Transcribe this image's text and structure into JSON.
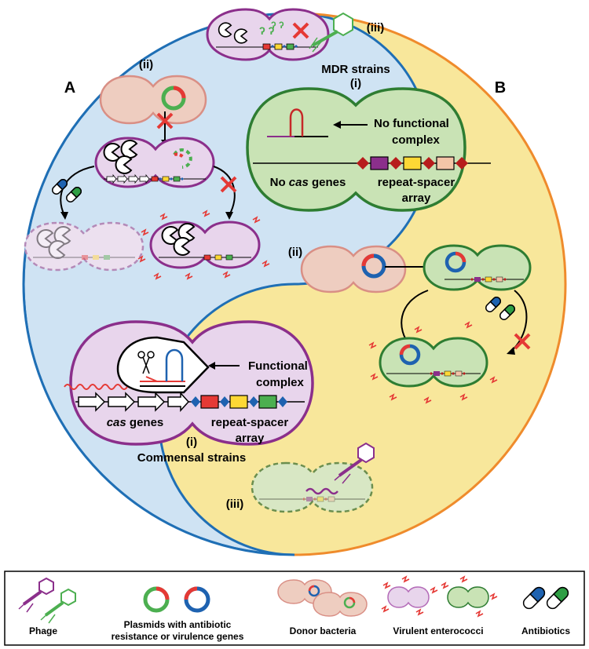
{
  "panels": {
    "a": {
      "letter": "A",
      "label_ii": "(ii)",
      "label_iii": "(iii)",
      "label_i": "(i)",
      "functional_1": "Functional",
      "functional_2": "complex",
      "cas_prefix": "cas",
      "cas_suffix": " genes",
      "repeat_1": "repeat-spacer",
      "repeat_2": "array",
      "strains": "Commensal strains"
    },
    "b": {
      "letter": "B",
      "title": "MDR strains",
      "label_i": "(i)",
      "label_ii": "(ii)",
      "label_iii": "(iii)",
      "nofunc_1": "No functional",
      "nofunc_2": "complex",
      "nocas_prefix": "No ",
      "nocas_italic": "cas",
      "nocas_suffix": " genes",
      "repeat_1": "repeat-spacer",
      "repeat_2": "array"
    }
  },
  "legend": {
    "phage": "Phage",
    "plasmids_1": "Plasmids with antibiotic",
    "plasmids_2": "resistance or virulence genes",
    "donor": "Donor bacteria",
    "virulent": "Virulent enterococci",
    "antibiotics": "Antibiotics"
  },
  "colors": {
    "panel_a_bg": "#cfe3f3",
    "panel_a_border": "#1f6fb5",
    "panel_b_bg": "#f8e79b",
    "panel_b_border": "#ef8b2c",
    "commensal_cell": "#e8d5ec",
    "commensal_border": "#8b2f8b",
    "mdr_cell": "#c9e3b5",
    "mdr_border": "#2e7d32",
    "donor_cell": "#eecdc0",
    "red_mark": "#e53935",
    "green_plasmid": "#4caf50",
    "blue_plasmid": "#1e62b0"
  }
}
